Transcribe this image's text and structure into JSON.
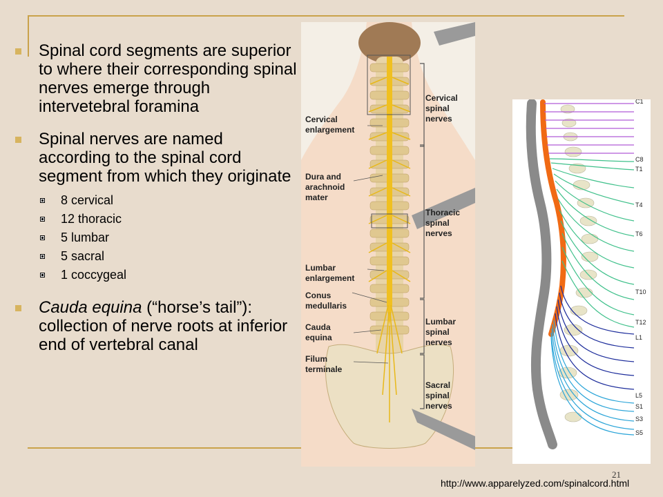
{
  "bullets": [
    {
      "text": "Spinal cord segments are superior to where their corresponding spinal nerves emerge through intervetebral foramina"
    },
    {
      "text": "Spinal nerves are named according to the spinal cord segment from which they originate",
      "subitems": [
        "8 cervical",
        "12 thoracic",
        "5 lumbar",
        "5 sacral",
        "1 coccygeal"
      ]
    },
    {
      "italic_part": "Cauda equina",
      "text": " (“horse’s tail”): collection of nerve roots at inferior end of vertebral canal"
    }
  ],
  "figure_left": {
    "labels": {
      "cervical_spinal_nerves": [
        "Cervical",
        "spinal",
        "nerves"
      ],
      "cervical_enlargement": [
        "Cervical",
        "enlargement"
      ],
      "dura": [
        "Dura and",
        "arachnoid",
        "mater"
      ],
      "thoracic_spinal_nerves": [
        "Thoracic",
        "spinal",
        "nerves"
      ],
      "lumbar_enlargement": [
        "Lumbar",
        "enlargement"
      ],
      "conus": [
        "Conus",
        "medullaris"
      ],
      "cauda": [
        "Cauda",
        "equina"
      ],
      "lumbar_spinal_nerves": [
        "Lumbar",
        "spinal",
        "nerves"
      ],
      "filum": [
        "Filum",
        "terminale"
      ],
      "sacral_spinal_nerves": [
        "Sacral",
        "spinal",
        "nerves"
      ]
    }
  },
  "figure_right": {
    "levels": [
      "C1",
      "C8",
      "T1",
      "T4",
      "T6",
      "T10",
      "T12",
      "L1",
      "L5",
      "S1",
      "S3",
      "S5"
    ],
    "colors": {
      "cervical": "#b05ad8",
      "thoracic": "#3ec08a",
      "lumbar": "#1a2a9a",
      "sacral": "#2aa4d8",
      "cord": "#f06a14"
    }
  },
  "page_number": "21",
  "source_url": "http://www.apparelyzed.com/spinalcord.html"
}
